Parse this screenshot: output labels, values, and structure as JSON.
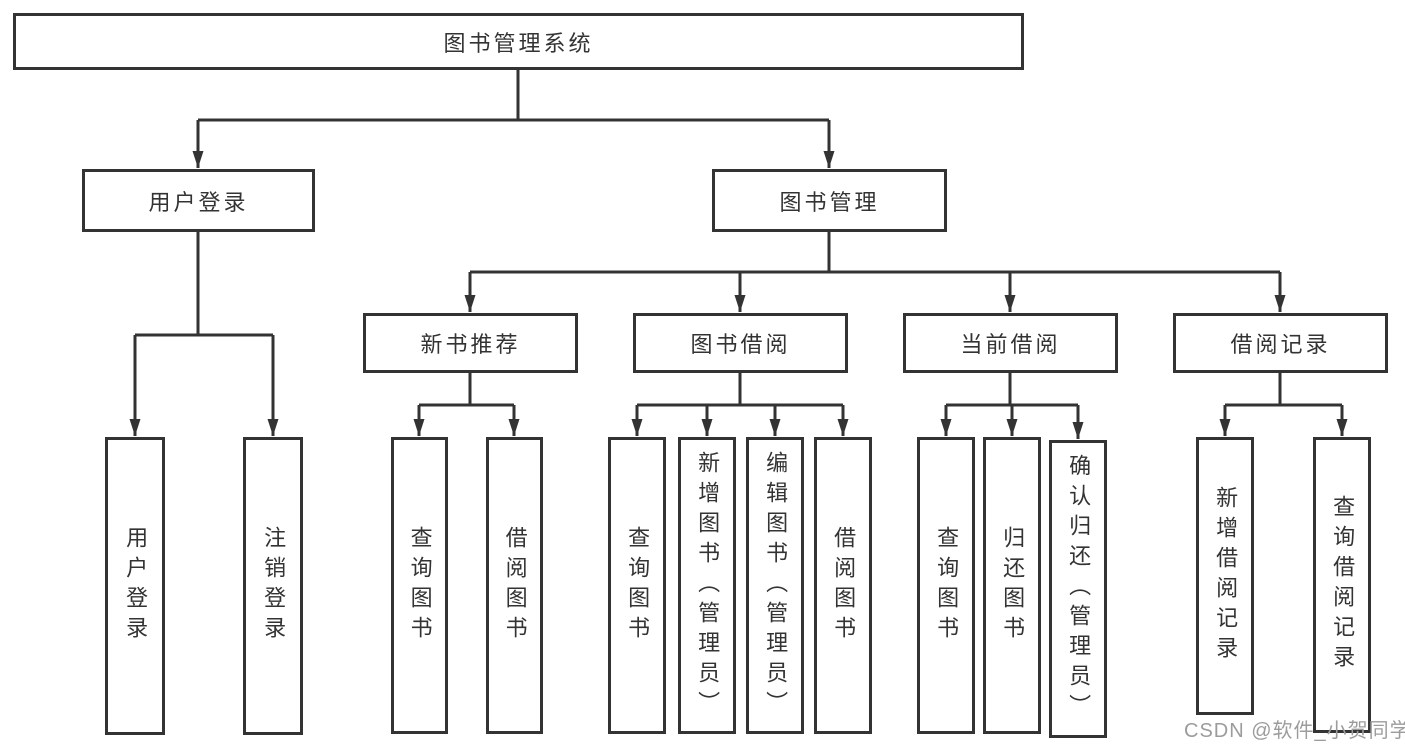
{
  "diagram": {
    "root": {
      "label": "图书管理系统"
    },
    "branches": [
      {
        "label": "用户登录",
        "children": [
          {
            "label": "用户登录"
          },
          {
            "label": "注销登录"
          }
        ]
      },
      {
        "label": "图书管理",
        "sections": [
          {
            "label": "新书推荐",
            "children": [
              {
                "label": "查询图书"
              },
              {
                "label": "借阅图书"
              }
            ]
          },
          {
            "label": "图书借阅",
            "children": [
              {
                "label": "查询图书"
              },
              {
                "label": "新增图书（管理员）"
              },
              {
                "label": "编辑图书（管理员）"
              },
              {
                "label": "借阅图书"
              }
            ]
          },
          {
            "label": "当前借阅",
            "children": [
              {
                "label": "查询图书"
              },
              {
                "label": "归还图书"
              },
              {
                "label": "确认归还（管理员）"
              }
            ]
          },
          {
            "label": "借阅记录",
            "children": [
              {
                "label": "新增借阅记录"
              },
              {
                "label": "查询借阅记录"
              }
            ]
          }
        ]
      }
    ]
  },
  "watermark": {
    "text": "CSDN @软件_小贺同学"
  },
  "colors": {
    "line": "#333333",
    "text": "#333333",
    "watermark": "#9c9c9c",
    "background": "#ffffff"
  }
}
